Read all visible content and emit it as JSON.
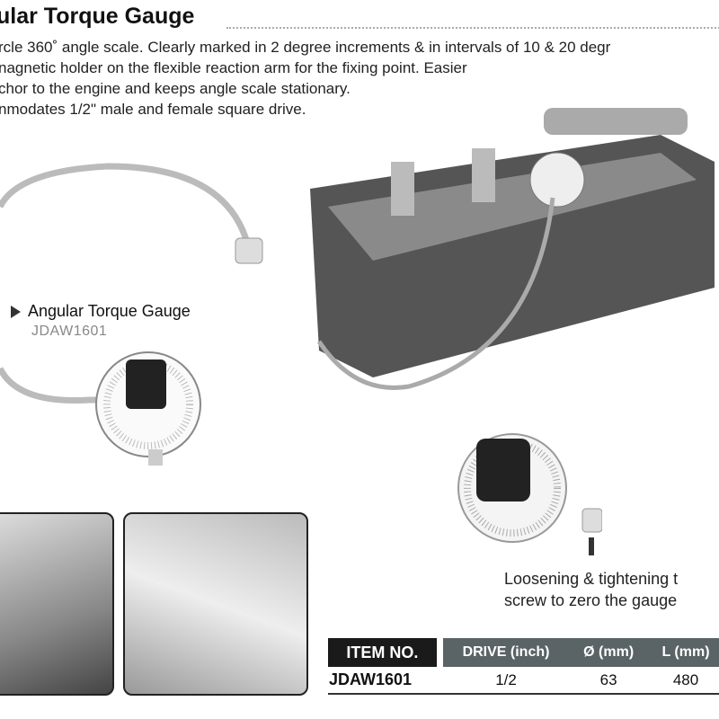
{
  "title": "ular Torque Gauge",
  "description": [
    "rcle 360˚  angle scale. Clearly marked in 2 degree increments & in intervals of 10 & 20 degr",
    "nagnetic holder on the flexible reaction arm for the fixing point. Easier",
    "chor to the engine and keeps angle scale stationary.",
    "nmodates 1/2\" male and female square drive."
  ],
  "product": {
    "name": "Angular Torque Gauge",
    "code": "JDAW1601"
  },
  "caption": [
    "Loosening & tightening t",
    "screw to zero the gauge"
  ],
  "table": {
    "headers": [
      "ITEM NO.",
      "DRIVE (inch)",
      "Ø (mm)",
      "L (mm)"
    ],
    "rows": [
      [
        "JDAW1601",
        "1/2",
        "63",
        "480"
      ]
    ]
  }
}
